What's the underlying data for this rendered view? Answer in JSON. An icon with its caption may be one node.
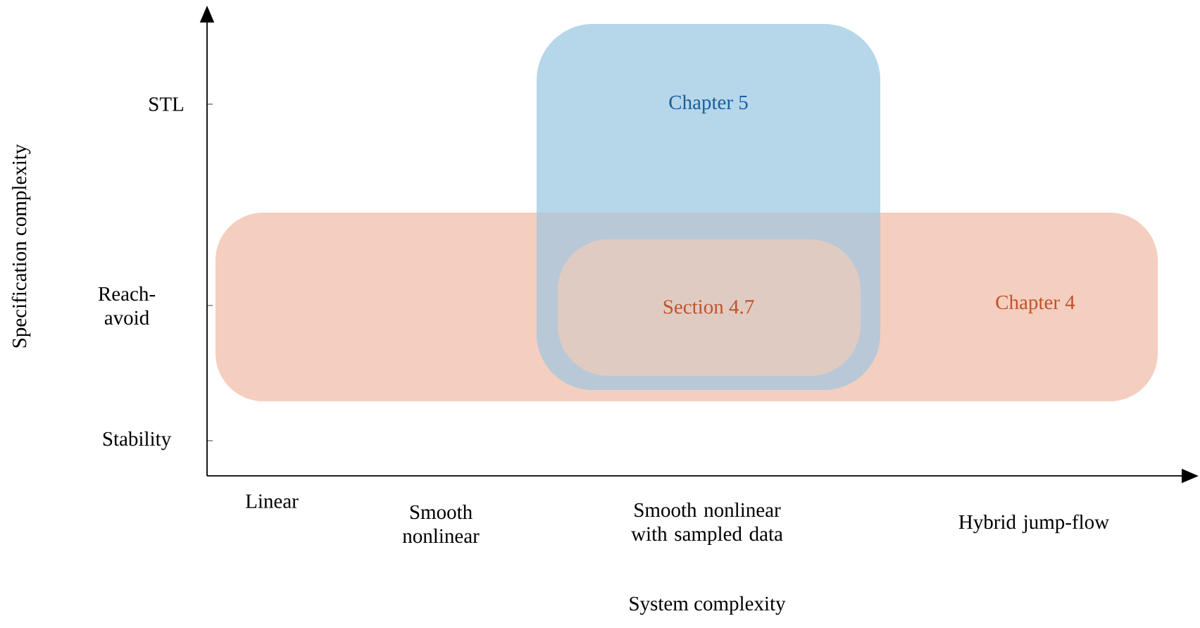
{
  "diagram": {
    "nodes": [
      {
        "text": [
          "Chapter 4"
        ]
      },
      {
        "text": [
          "Chapter 5"
        ]
      },
      {
        "text": [
          "Section 4.7"
        ]
      }
    ],
    "labels": [
      "STL",
      "Reach-avoid",
      "Stability",
      "Linear",
      "Smooth nonlinear",
      "Smooth nonlinear with sampled data",
      "Hybrid jump-flow",
      "System complexity",
      "Specification complexity"
    ]
  }
}
